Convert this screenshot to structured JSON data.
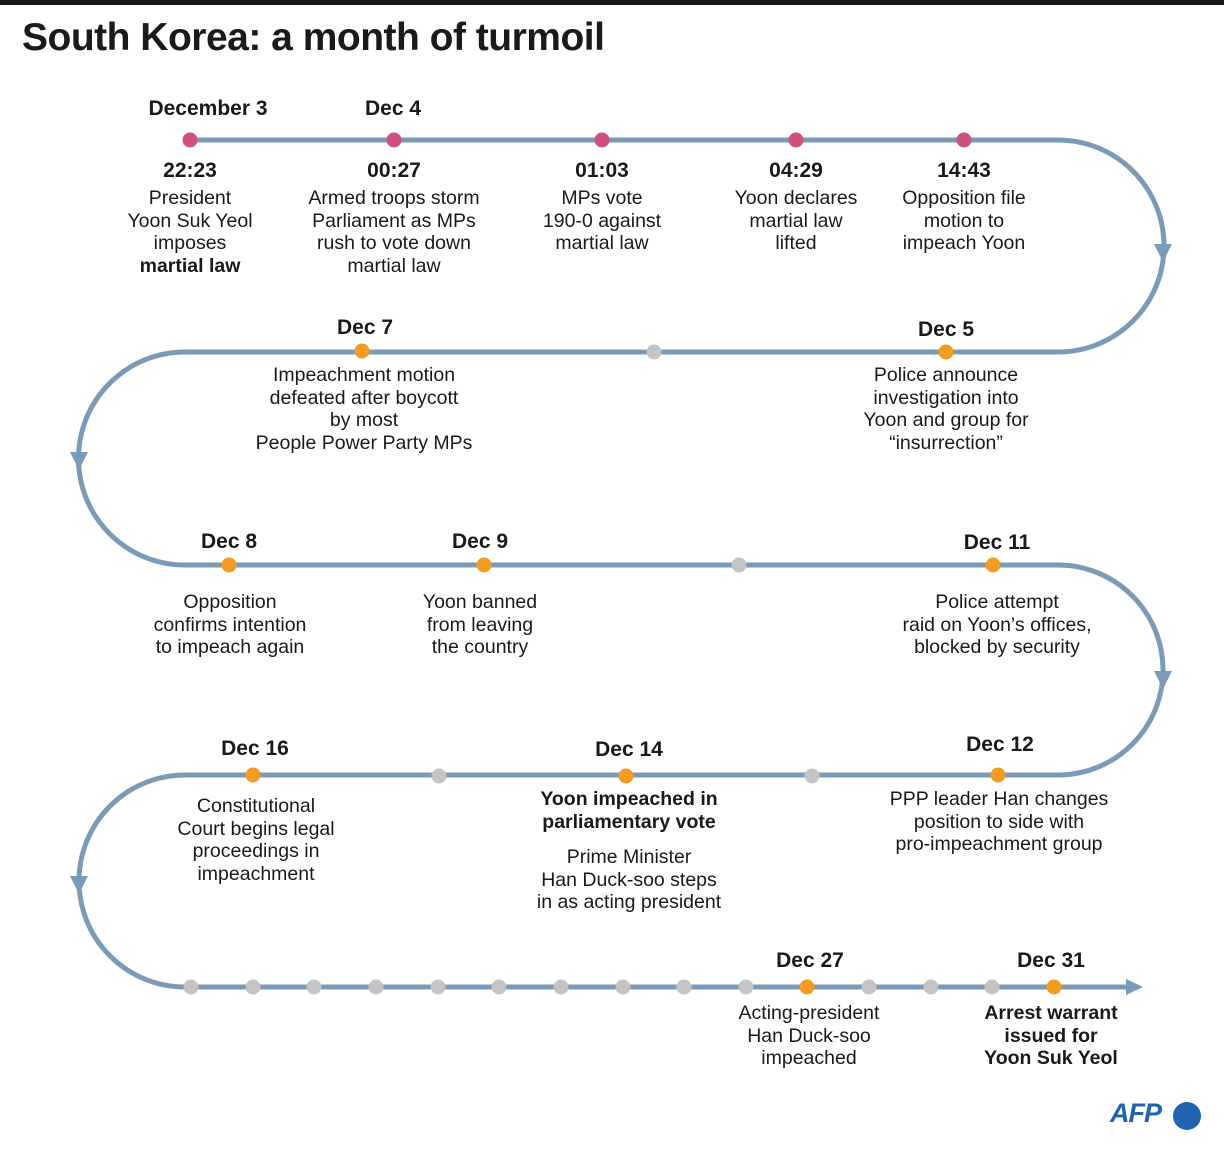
{
  "title": "South Korea: a month of turmoil",
  "colors": {
    "track": "#7a9bb8",
    "pink": "#cf4f7f",
    "orange": "#f39c1f",
    "grey": "#c4c4c4",
    "brand": "#1f64b0"
  },
  "logo": "AFP",
  "row1": {
    "date_dec3": "December 3",
    "date_dec4": "Dec 4",
    "e1_time": "22:23",
    "e1_text": "President\nYoon Suk Yeol\nimposes",
    "e1_bold": "martial law",
    "e2_time": "00:27",
    "e2_text": "Armed troops storm\nParliament as MPs\nrush to vote down\nmartial law",
    "e3_time": "01:03",
    "e3_text": "MPs vote\n190-0 against\nmartial law",
    "e4_time": "04:29",
    "e4_text": "Yoon declares\nmartial law\nlifted",
    "e5_time": "14:43",
    "e5_text": "Opposition file\nmotion to\nimpeach Yoon"
  },
  "row2": {
    "dec7_date": "Dec 7",
    "dec7_text": "Impeachment motion\ndefeated after boycott\nby most\nPeople Power Party MPs",
    "dec5_date": "Dec 5",
    "dec5_text": "Police announce\ninvestigation into\nYoon and group for\n“insurrection”"
  },
  "row3": {
    "dec8_date": "Dec 8",
    "dec8_text": "Opposition\nconfirms intention\nto impeach again",
    "dec9_date": "Dec 9",
    "dec9_text": "Yoon banned\nfrom leaving\nthe country",
    "dec11_date": "Dec 11",
    "dec11_text": "Police attempt\nraid on Yoon’s offices,\nblocked by security"
  },
  "row4": {
    "dec16_date": "Dec 16",
    "dec16_text": "Constitutional\nCourt begins legal\nproceedings in\nimpeachment",
    "dec14_date": "Dec 14",
    "dec14_bold": "Yoon impeached in\nparliamentary vote",
    "dec14_text": "Prime Minister\nHan Duck-soo steps\nin as acting president",
    "dec12_date": "Dec 12",
    "dec12_text": "PPP leader Han changes\nposition to side with\npro-impeachment group"
  },
  "row5": {
    "dec27_date": "Dec 27",
    "dec27_text": "Acting-president\nHan Duck-soo\nimpeached",
    "dec31_date": "Dec 31",
    "dec31_bold": "Arrest warrant\nissued for\nYoon Suk Yeol"
  }
}
